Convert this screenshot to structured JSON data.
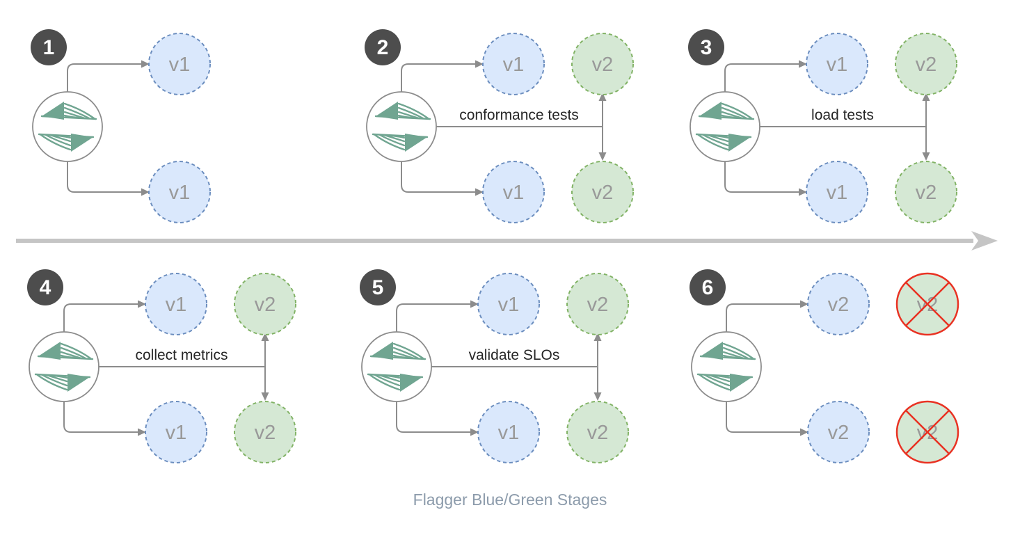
{
  "caption": "Flagger Blue/Green Stages",
  "colors": {
    "blue_fill": "#DAE8FC",
    "blue_stroke": "#6C8EBF",
    "green_fill": "#D5E8D4",
    "green_stroke": "#82B366",
    "red": "#E93223",
    "badge_bg": "#4D4D4D",
    "badge_text": "#FFFFFF",
    "line_gray": "#8C8C8C",
    "node_text": "#999999",
    "label_text": "#262626",
    "divider_gray": "#C5C5C5",
    "logo_green": "#70A591",
    "caption_text": "#8C9BAB"
  },
  "stages": [
    {
      "number": "1",
      "action": "",
      "nodes": {
        "primary_top": "v1",
        "primary_bottom": "v1"
      }
    },
    {
      "number": "2",
      "action": "conformance tests",
      "nodes": {
        "primary_top": "v1",
        "primary_bottom": "v1",
        "secondary_top": "v2",
        "secondary_bottom": "v2"
      }
    },
    {
      "number": "3",
      "action": "load tests",
      "nodes": {
        "primary_top": "v1",
        "primary_bottom": "v1",
        "secondary_top": "v2",
        "secondary_bottom": "v2"
      }
    },
    {
      "number": "4",
      "action": "collect metrics",
      "nodes": {
        "primary_top": "v1",
        "primary_bottom": "v1",
        "secondary_top": "v2",
        "secondary_bottom": "v2"
      }
    },
    {
      "number": "5",
      "action": "validate SLOs",
      "nodes": {
        "primary_top": "v1",
        "primary_bottom": "v1",
        "secondary_top": "v2",
        "secondary_bottom": "v2"
      }
    },
    {
      "number": "6",
      "action": "",
      "nodes": {
        "primary_top": "v2",
        "primary_bottom": "v2",
        "secondary_top": "v2",
        "secondary_bottom": "v2"
      },
      "secondary_crossed": true
    }
  ]
}
